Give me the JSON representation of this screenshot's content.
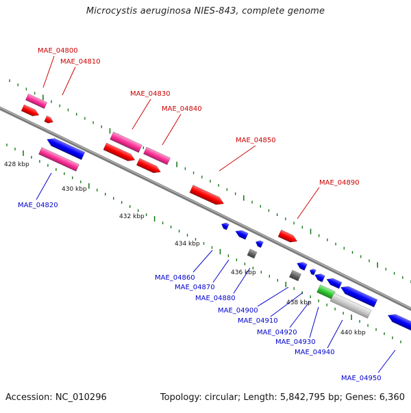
{
  "title": "Microcystis aeruginosa NIES-843, complete genome",
  "accession": "Accession: NC_010296",
  "info": "Topology: circular; Length: 5,842,795 bp; Genes: 6,360",
  "colors": {
    "forward_label": "#cc0000",
    "reverse_label": "#0000cc",
    "cds": "#ff0000",
    "rna": "#ff3399",
    "reverse_cds": "#0000ff",
    "gray_feature": "#666666",
    "light_feature": "#cccccc",
    "green_feature": "#33cc33",
    "backbone": "#888888",
    "ticks": "#1a7a1a"
  },
  "scale_labels": [
    "428 kbp",
    "430 kbp",
    "432 kbp",
    "434 kbp",
    "436 kbp",
    "438 kbp",
    "440 kbp"
  ],
  "forward_labels": [
    "MAE_04800",
    "MAE_04810",
    "MAE_04830",
    "MAE_04840",
    "MAE_04850",
    "MAE_04890"
  ],
  "reverse_labels": [
    "MAE_04820",
    "MAE_04860",
    "MAE_04870",
    "MAE_04880",
    "MAE_04900",
    "MAE_04910",
    "MAE_04920",
    "MAE_04930",
    "MAE_04940",
    "MAE_04950"
  ]
}
